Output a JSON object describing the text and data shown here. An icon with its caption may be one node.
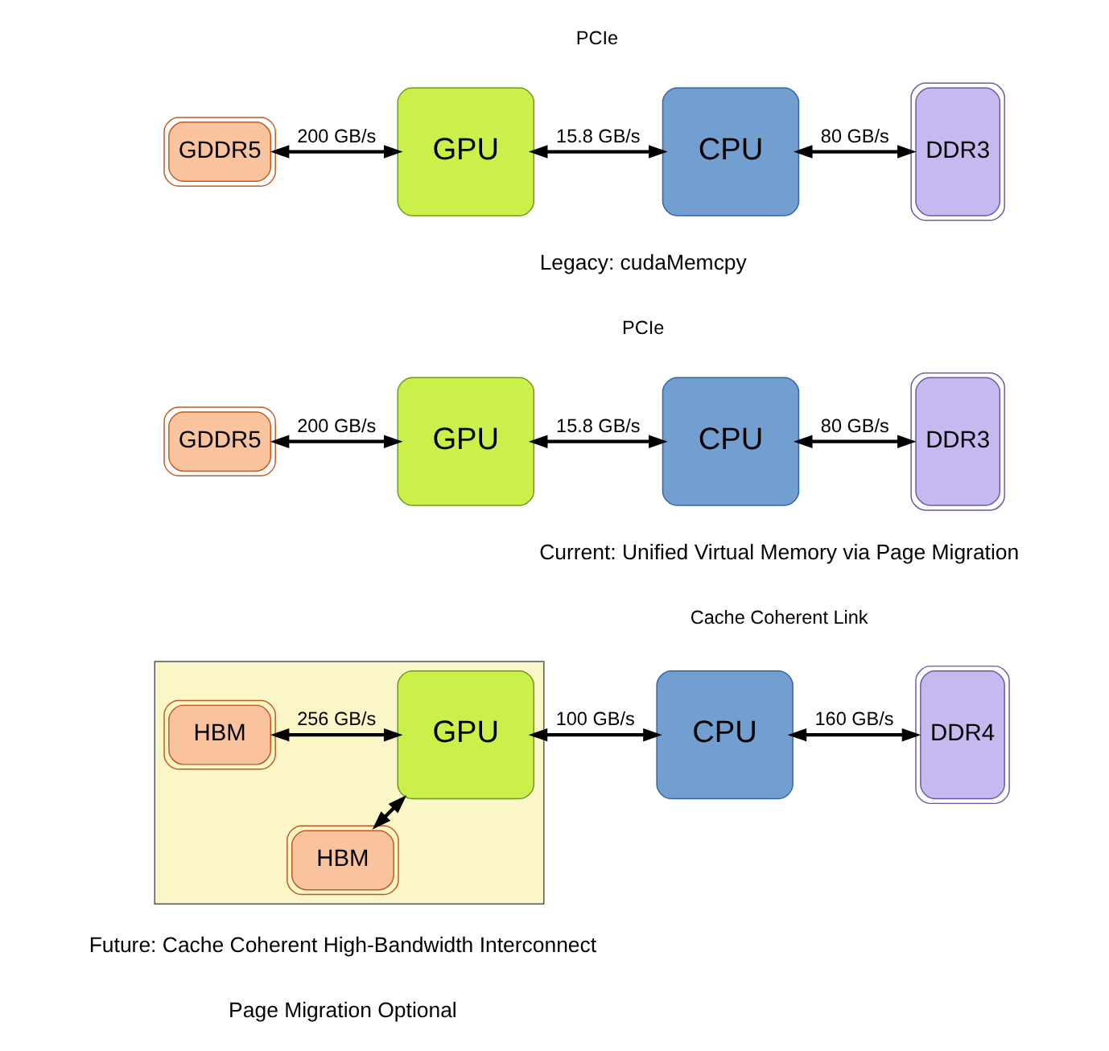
{
  "diagram": {
    "nodes": [
      {
        "text": [
          "GDDR5"
        ]
      },
      {
        "text": [
          "GPU"
        ]
      },
      {
        "text": [
          "CPU"
        ]
      },
      {
        "text": [
          "DDR3"
        ]
      },
      {
        "text": [
          "GDDR5"
        ]
      },
      {
        "text": [
          "GPU"
        ]
      },
      {
        "text": [
          "CPU"
        ]
      },
      {
        "text": [
          "DDR3"
        ]
      },
      {
        "text": [],
        "shape": "box"
      },
      {
        "text": [
          "HBM"
        ],
        "in": 8
      },
      {
        "text": [
          "HBM"
        ],
        "in": 8
      },
      {
        "text": [
          "GPU"
        ],
        "in": 8
      },
      {
        "text": [
          "CPU"
        ]
      },
      {
        "text": [
          "DDR4"
        ]
      }
    ],
    "edges": [
      {
        "from": 0,
        "to": 1,
        "arrow": "both",
        "label": "200 GB/s"
      },
      {
        "from": 1,
        "to": 2,
        "arrow": "both",
        "label": "15.8 GB/s"
      },
      {
        "from": 2,
        "to": 3,
        "arrow": "both",
        "label": "80 GB/s"
      },
      {
        "from": 4,
        "to": 5,
        "arrow": "both",
        "label": "200 GB/s"
      },
      {
        "from": 5,
        "to": 6,
        "arrow": "both",
        "label": "15.8 GB/s"
      },
      {
        "from": 6,
        "to": 7,
        "arrow": "both",
        "label": "80 GB/s"
      },
      {
        "from": 9,
        "to": 11,
        "arrow": "both",
        "label": "256 GB/s"
      },
      {
        "from": 10,
        "to": 11,
        "arrow": "both"
      },
      {
        "from": 11,
        "to": 12,
        "arrow": "both",
        "label": "100 GB/s"
      },
      {
        "from": 12,
        "to": 13,
        "arrow": "both",
        "label": "160 GB/s"
      }
    ],
    "labels": [
      "PCIe",
      "Legacy: cudaMemcpy",
      "PCIe",
      "Current: Unified Virtual Memory via Page Migration",
      "Cache Coherent Link",
      "Future: Cache Coherent High-Bandwidth Interconnect",
      "Page Migration Optional"
    ]
  }
}
